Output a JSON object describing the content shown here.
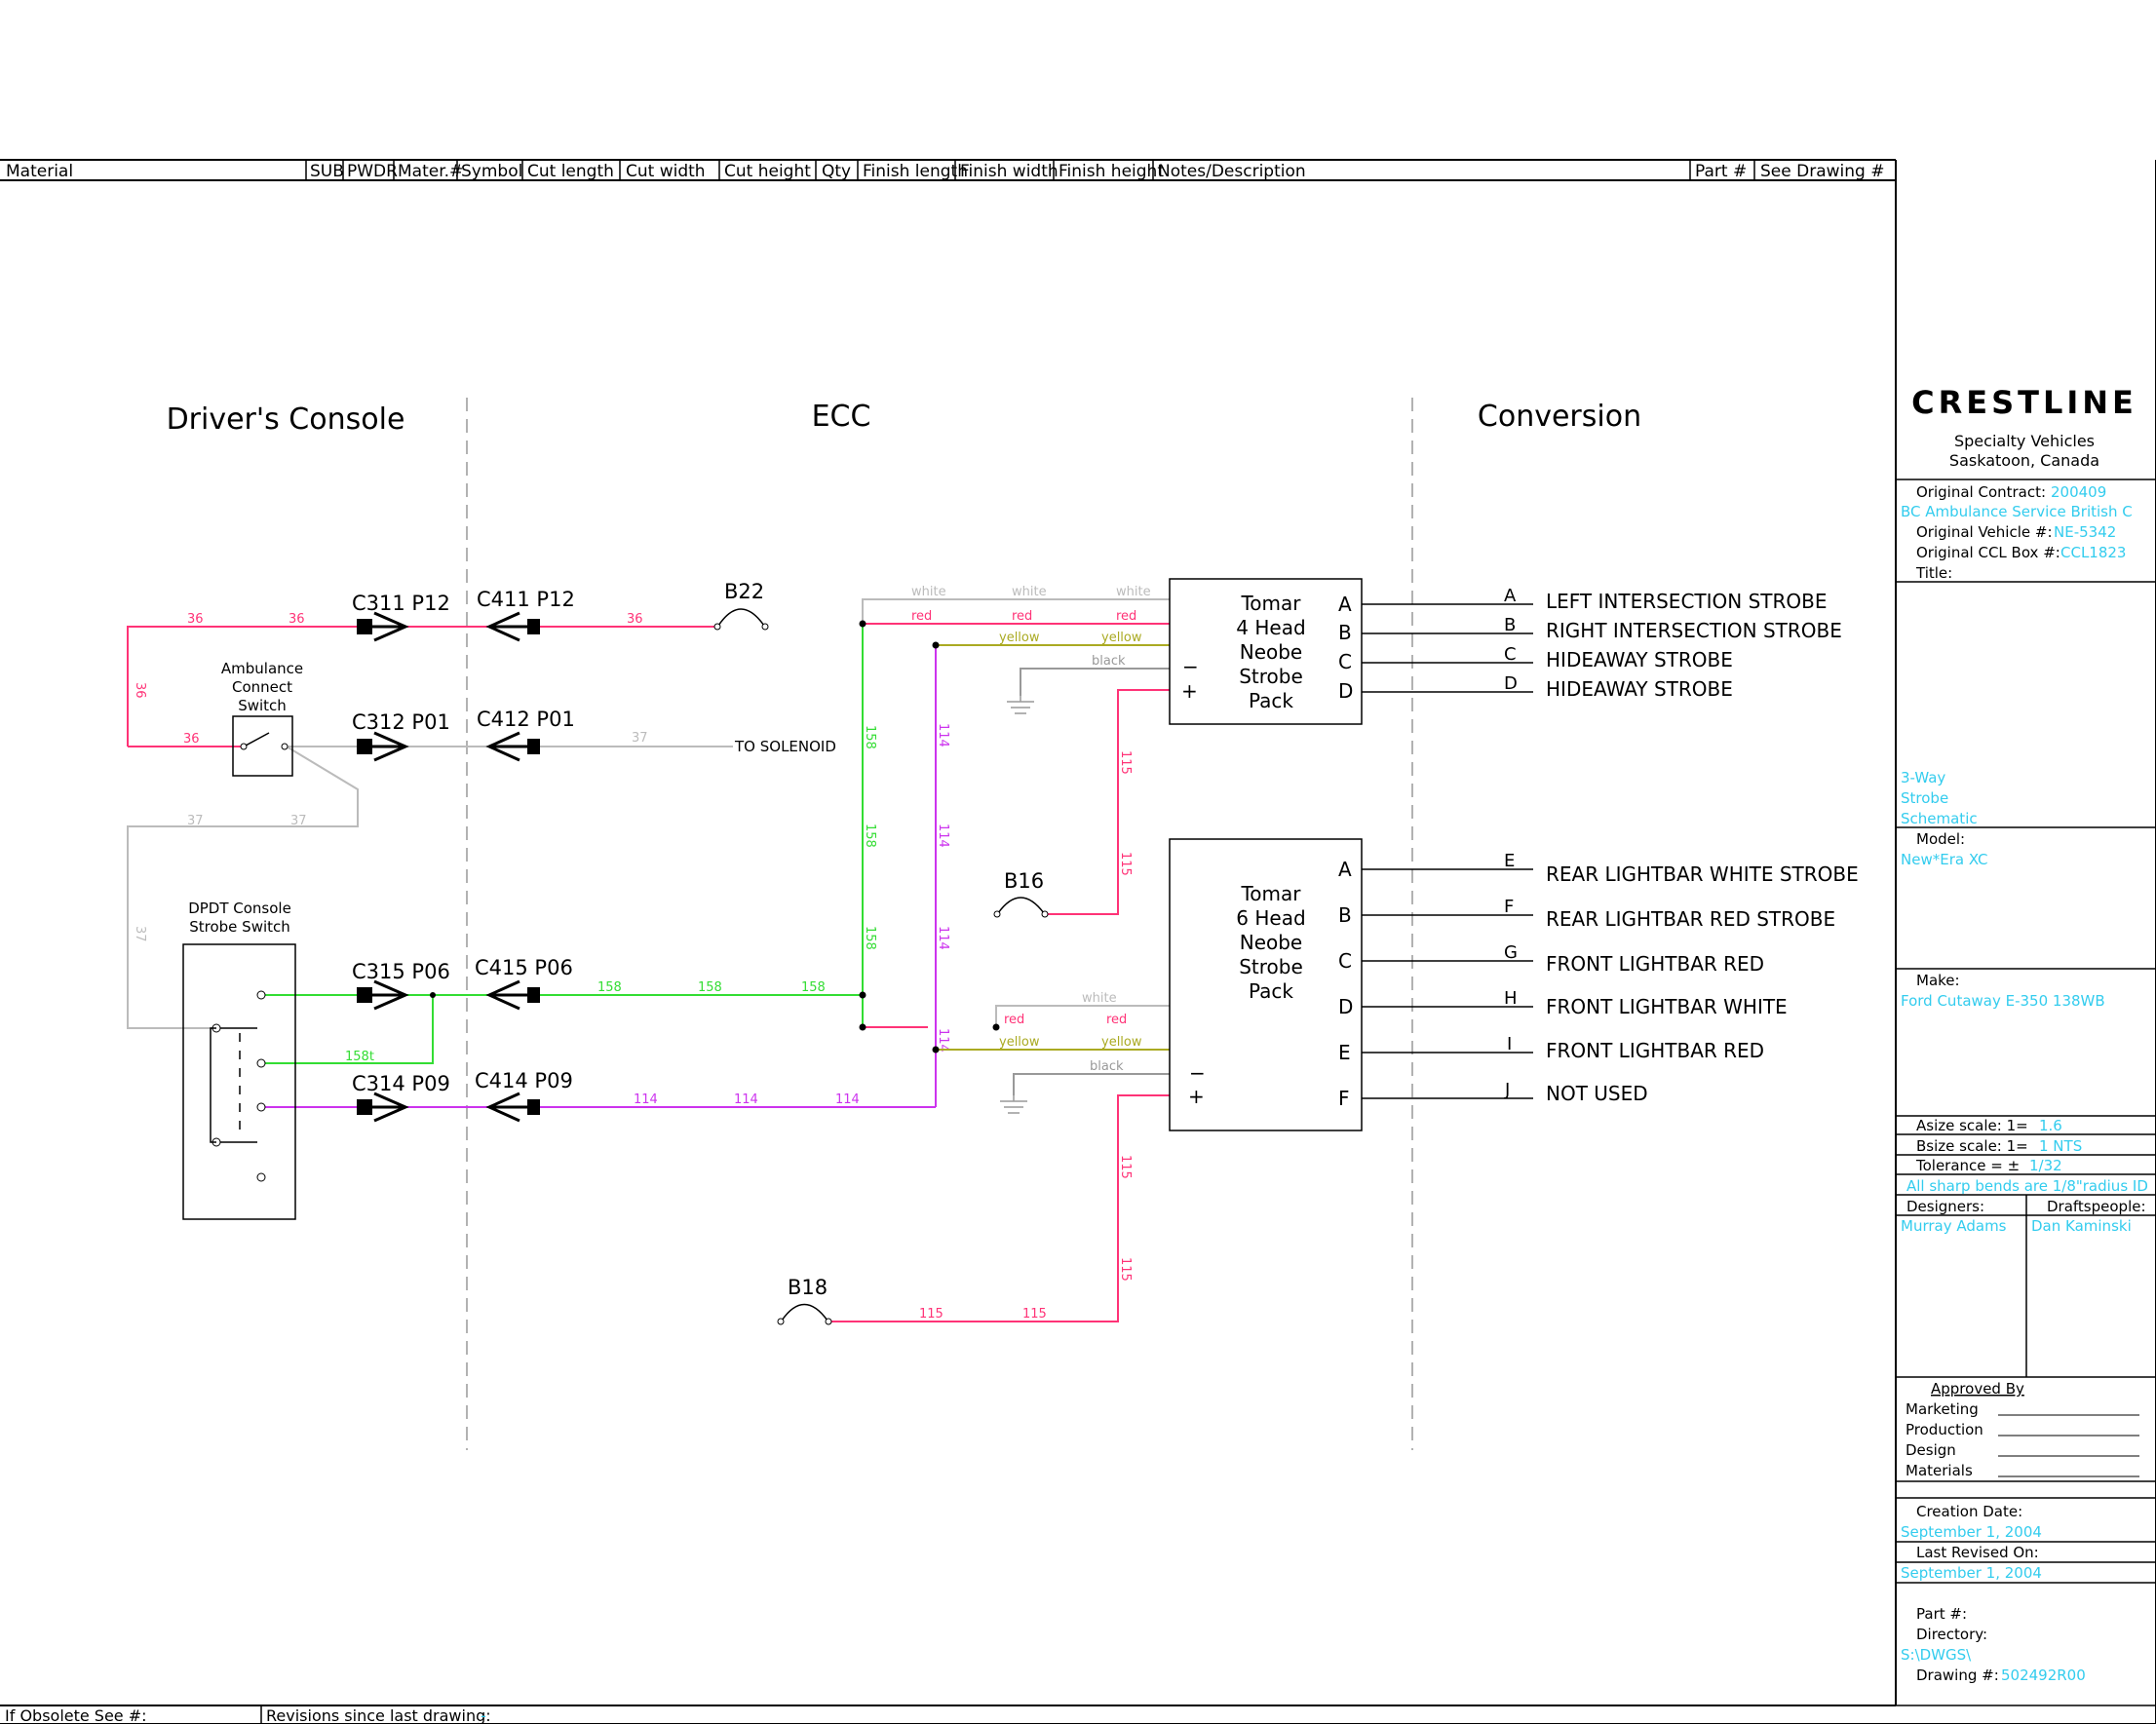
{
  "header": {
    "columns": [
      "Material",
      "SUB",
      "PWDR",
      "Mater.#",
      "Symbol",
      "Cut length",
      "Cut width",
      "Cut height",
      "Qty",
      "Finish length",
      "Finish width",
      "Finish height",
      "Notes/Description",
      "Part #",
      "See Drawing #"
    ]
  },
  "sections": {
    "drivers_console": "Driver's Console",
    "ecc": "ECC",
    "conversion": "Conversion"
  },
  "connectors": {
    "c311": "C311  P12",
    "c411": "C411  P12",
    "c312": "C312  P01",
    "c412": "C412  P01",
    "c315": "C315  P06",
    "c415": "C415  P06",
    "c314": "C314  P09",
    "c414": "C414  P09"
  },
  "breakers": {
    "b22": "B22",
    "b16": "B16",
    "b18": "B18"
  },
  "switches": {
    "ambulance": [
      "Ambulance",
      "Connect",
      "Switch"
    ],
    "dpdt": [
      "DPDT Console",
      "Strobe Switch"
    ]
  },
  "to_solenoid": "TO SOLENOID",
  "wire_numbers": {
    "w36": "36",
    "w37": "37",
    "w158": "158",
    "w114": "114",
    "w115": "115",
    "w158t": "158t"
  },
  "wire_colors": {
    "white": "white",
    "red": "red",
    "yellow": "yellow",
    "black": "black"
  },
  "pack1": {
    "name": [
      "Tomar",
      "4 Head",
      "Neobe",
      "Strobe",
      "Pack"
    ],
    "pins": [
      "A",
      "B",
      "C",
      "D"
    ],
    "outputs": [
      {
        "letter": "A",
        "label": "LEFT INTERSECTION STROBE"
      },
      {
        "letter": "B",
        "label": "RIGHT INTERSECTION STROBE"
      },
      {
        "letter": "C",
        "label": "HIDEAWAY STROBE"
      },
      {
        "letter": "D",
        "label": "HIDEAWAY STROBE"
      }
    ]
  },
  "pack2": {
    "name": [
      "Tomar",
      "6 Head",
      "Neobe",
      "Strobe",
      "Pack"
    ],
    "pins": [
      "A",
      "B",
      "C",
      "D",
      "E",
      "F"
    ],
    "outputs": [
      {
        "letter": "E",
        "label": "REAR LIGHTBAR WHITE STROBE"
      },
      {
        "letter": "F",
        "label": "REAR LIGHTBAR RED STROBE"
      },
      {
        "letter": "G",
        "label": "FRONT LIGHTBAR RED"
      },
      {
        "letter": "H",
        "label": "FRONT LIGHTBAR WHITE"
      },
      {
        "letter": "I",
        "label": "FRONT LIGHTBAR RED"
      },
      {
        "letter": "J",
        "label": "NOT USED"
      }
    ]
  },
  "polarity": {
    "minus": "−",
    "plus": "+"
  },
  "title_block": {
    "logo": "CRESTLINE",
    "company": "Specialty Vehicles",
    "location": "Saskatoon, Canada",
    "original_contract_label": "Original Contract:",
    "original_contract": "200409",
    "customer": "BC Ambulance Service British C",
    "original_vehicle_label": "Original Vehicle #:",
    "original_vehicle": "NE-5342",
    "original_ccl_label": "Original CCL Box #:",
    "original_ccl": "CCL1823",
    "title_label": "Title:",
    "title_lines": [
      "3-Way",
      "Strobe",
      "Schematic"
    ],
    "model_label": "Model:",
    "model": "New*Era XC",
    "make_label": "Make:",
    "make": "Ford Cutaway E-350 138WB",
    "asize_label": "Asize scale:  1=",
    "asize": "1.6",
    "bsize_label": "Bsize scale:  1=",
    "bsize": "1   NTS",
    "tolerance_label": "Tolerance = ±",
    "tolerance": "1/32",
    "bends_note": "All sharp bends are 1/8\"radius ID",
    "designers_label": "Designers:",
    "designers": "Murray Adams",
    "draftspeople_label": "Draftspeople:",
    "draftspeople": "Dan Kaminski",
    "approved_by": "Approved By",
    "approvals": [
      "Marketing",
      "Production",
      "Design",
      "Materials"
    ],
    "creation_date_label": "Creation Date:",
    "creation_date": "September 1, 2004",
    "last_revised_label": "Last Revised On:",
    "last_revised": "September 1, 2004",
    "part_label": "Part #:",
    "directory_label": "Directory:",
    "directory": "S:\\DWGS\\",
    "drawing_label": "Drawing #:",
    "drawing": "502492R00"
  },
  "footer": {
    "obsolete_label": "If Obsolete See #:",
    "revisions_label": "Revisions since last drawing:",
    "revisions": "-"
  },
  "colors": {
    "pink": "#ff3377",
    "green": "#33dd33",
    "magenta": "#cc33ee",
    "gray": "#bbbbbb",
    "yellow": "#aaaa22",
    "cyan": "#33ccee",
    "line": "#000000"
  }
}
